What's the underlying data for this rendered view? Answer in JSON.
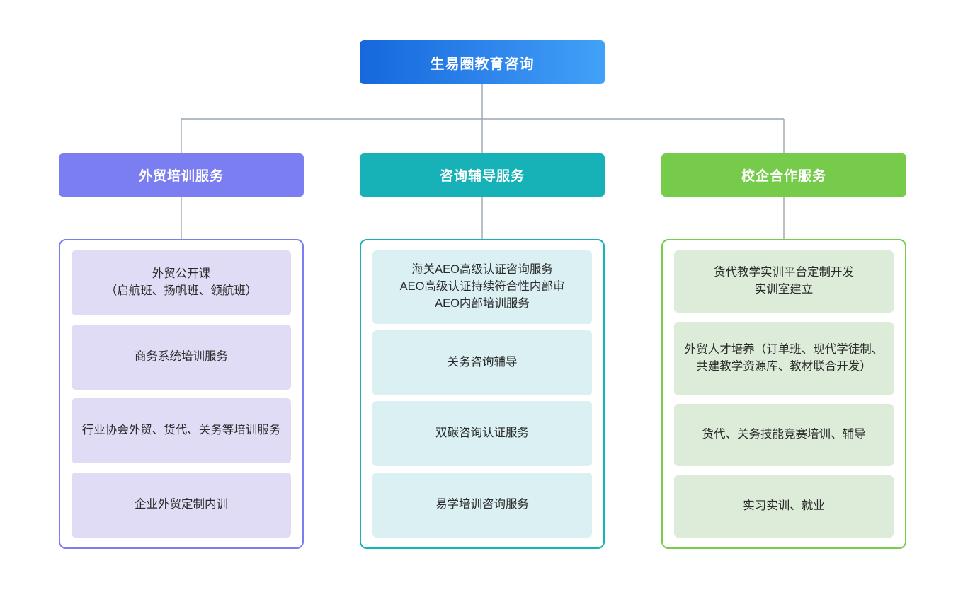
{
  "root": {
    "label": "生易圈教育咨询",
    "color_from": "#1668dc",
    "color_to": "#41a1f7"
  },
  "columns": [
    {
      "header": "外贸培训服务",
      "accent": "#7b7ef0",
      "leaf_fill": "#e0dcf5",
      "items": [
        "外贸公开课\n（启航班、扬帆班、领航班）",
        "商务系统培训服务",
        "行业协会外贸、货代、关务等培训服务",
        "企业外贸定制内训"
      ]
    },
    {
      "header": "咨询辅导服务",
      "accent": "#16b2b8",
      "leaf_fill": "#daf0f2",
      "items": [
        "海关AEO高级认证咨询服务\nAEO高级认证持续符合性内部审\nAEO内部培训服务",
        "关务咨询辅导",
        "双碳咨询认证服务",
        "易学培训咨询服务"
      ]
    },
    {
      "header": "校企合作服务",
      "accent": "#76cc4a",
      "leaf_fill": "#dcecd8",
      "items": [
        "货代教学实训平台定制开发\n实训室建立",
        "外贸人才培养（订单班、现代学徒制、共建教学资源库、教材联合开发）",
        "货代、关务技能竞赛培训、辅导",
        "实习实训、就业"
      ]
    }
  ],
  "connector": {
    "color": "#9aa5b1"
  }
}
